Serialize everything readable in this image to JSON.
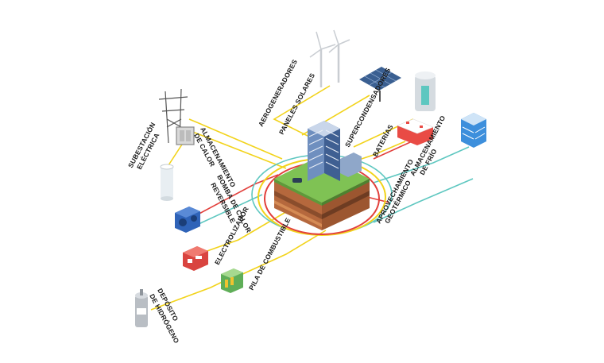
{
  "labels": {
    "subestacion_l1": "SUBESTACIÓN",
    "subestacion_l2": "ELÉCTRICA",
    "alm_calor_l1": "ALMACENAMIENTO",
    "alm_calor_l2": "DE CALOR",
    "bomba_l1": "BOMBA DE CALOR",
    "bomba_l2": "REVERSIBLE",
    "electrolizador": "ELECTROLIZADOR",
    "pila": "PILA DE COMBUSTIBLE",
    "deposito_l1": "DEPÓSITO",
    "deposito_l2": "DE HIDRÓGENO",
    "aerogeneradores": "AEROGENERADORES",
    "paneles": "PANELES SOLARES",
    "supercondensadores": "SUPERCONDENSADORES",
    "baterias": "BATERÍAS",
    "alm_frio_l1": "ALMACENAMIENTO",
    "alm_frio_l2": "DE FRÍO",
    "geo_l1": "APROVECHAMIENTO",
    "geo_l2": "GEOTÉRMICO"
  },
  "colors": {
    "yellow_line": "#f2d31b",
    "red_line": "#e2403c",
    "teal_line": "#5ec7c0",
    "soil_brown": "#b5683d",
    "grass": "#7fc254",
    "building_blue": "#4a6fa5"
  },
  "icons": [
    "substation-icon",
    "heat-storage-tank-icon",
    "heat-pump-icon",
    "electrolyzer-icon",
    "fuel-cell-icon",
    "hydrogen-tank-icon",
    "wind-turbine-icon",
    "solar-panel-icon",
    "supercapacitor-icon",
    "battery-icon",
    "cold-storage-icon",
    "building-icon"
  ]
}
